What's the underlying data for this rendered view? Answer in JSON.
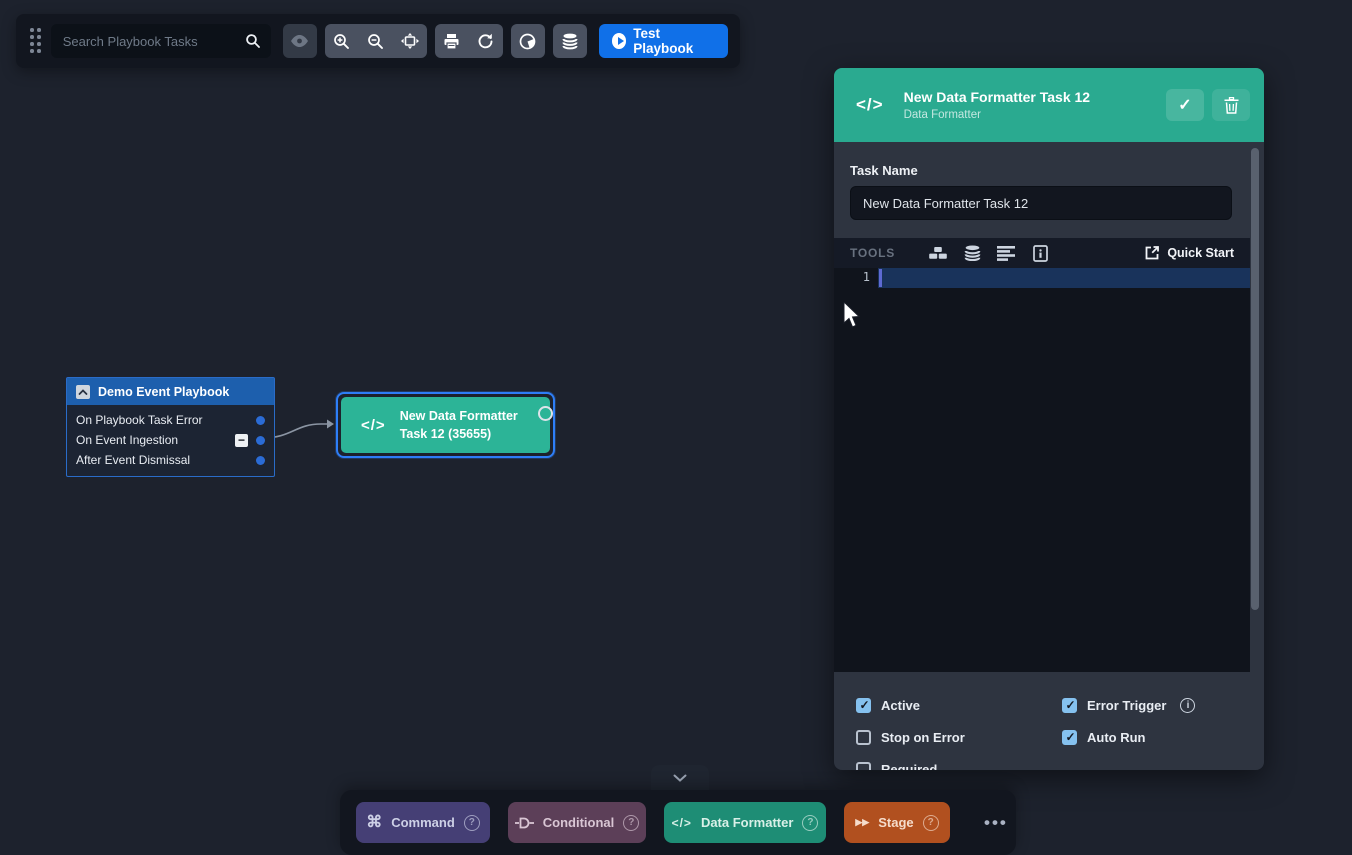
{
  "top_toolbar": {
    "search": {
      "placeholder": "Search Playbook Tasks"
    },
    "test_button": {
      "label": "Test Playbook"
    }
  },
  "canvas": {
    "trigger_node": {
      "title": "Demo Event Playbook",
      "outputs": [
        {
          "label": "On Playbook Task Error"
        },
        {
          "label": "On Event Ingestion"
        },
        {
          "label": "After Event Dismissal"
        }
      ]
    },
    "task_node": {
      "title_line1": "New Data Formatter",
      "title_line2": "Task 12 (35655)"
    }
  },
  "panel": {
    "header": {
      "title": "New Data Formatter Task 12",
      "subtitle": "Data Formatter"
    },
    "task_name": {
      "label": "Task Name",
      "value": "New Data Formatter Task 12"
    },
    "tools": {
      "label": "TOOLS",
      "quick_start_label": "Quick Start"
    },
    "editor": {
      "line_number": "1"
    },
    "options": [
      {
        "label": "Active",
        "checked": true
      },
      {
        "label": "Error Trigger",
        "checked": true,
        "has_info": true
      },
      {
        "label": "Stop on Error",
        "checked": false
      },
      {
        "label": "Auto Run",
        "checked": true
      },
      {
        "label": "Required",
        "checked": false
      }
    ]
  },
  "bottom_toolbar": {
    "buttons": [
      {
        "label": "Command",
        "color": "#453f75"
      },
      {
        "label": "Conditional",
        "color": "#5c3f58"
      },
      {
        "label": "Data Formatter",
        "color": "#1e8d75"
      },
      {
        "label": "Stage",
        "color": "#b1501f"
      }
    ]
  },
  "icons": {
    "command": "⌘",
    "code": "</>",
    "stage": "▶▶",
    "check": "✓",
    "minus": "−",
    "info": "i",
    "question": "?",
    "more": "•••"
  },
  "colors": {
    "canvas_bg": "#1d222d",
    "toolbar_bg": "#12161f",
    "panel_bg": "#2e3440",
    "panel_header_teal": "#2aaa90",
    "node_teal": "#2cb497",
    "trigger_header_blue": "#1d5fad",
    "selection_blue": "#2e7ef7",
    "primary_blue": "#1070e8",
    "checkbox_blue": "#85c1ef",
    "editor_bg": "#10141c",
    "active_line_blue": "#19335b"
  }
}
